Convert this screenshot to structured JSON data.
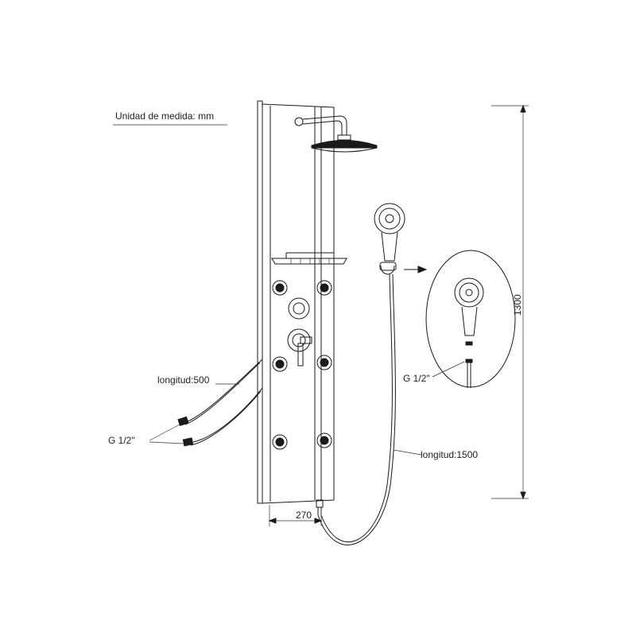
{
  "labels": {
    "unit": "Unidad de medida: mm",
    "height": "1300",
    "width": "270",
    "hose_inlet_length": "longitud:500",
    "inlet_thread": "G 1/2\"",
    "shower_hose_length": "longitud:1500",
    "detail_thread": "G 1/2\""
  },
  "icons": {
    "shower_panel": "shower-panel-icon",
    "rain_head": "rain-shower-head-icon",
    "hand_shower": "hand-shower-icon",
    "detail_arrow": "arrow-right-icon"
  }
}
